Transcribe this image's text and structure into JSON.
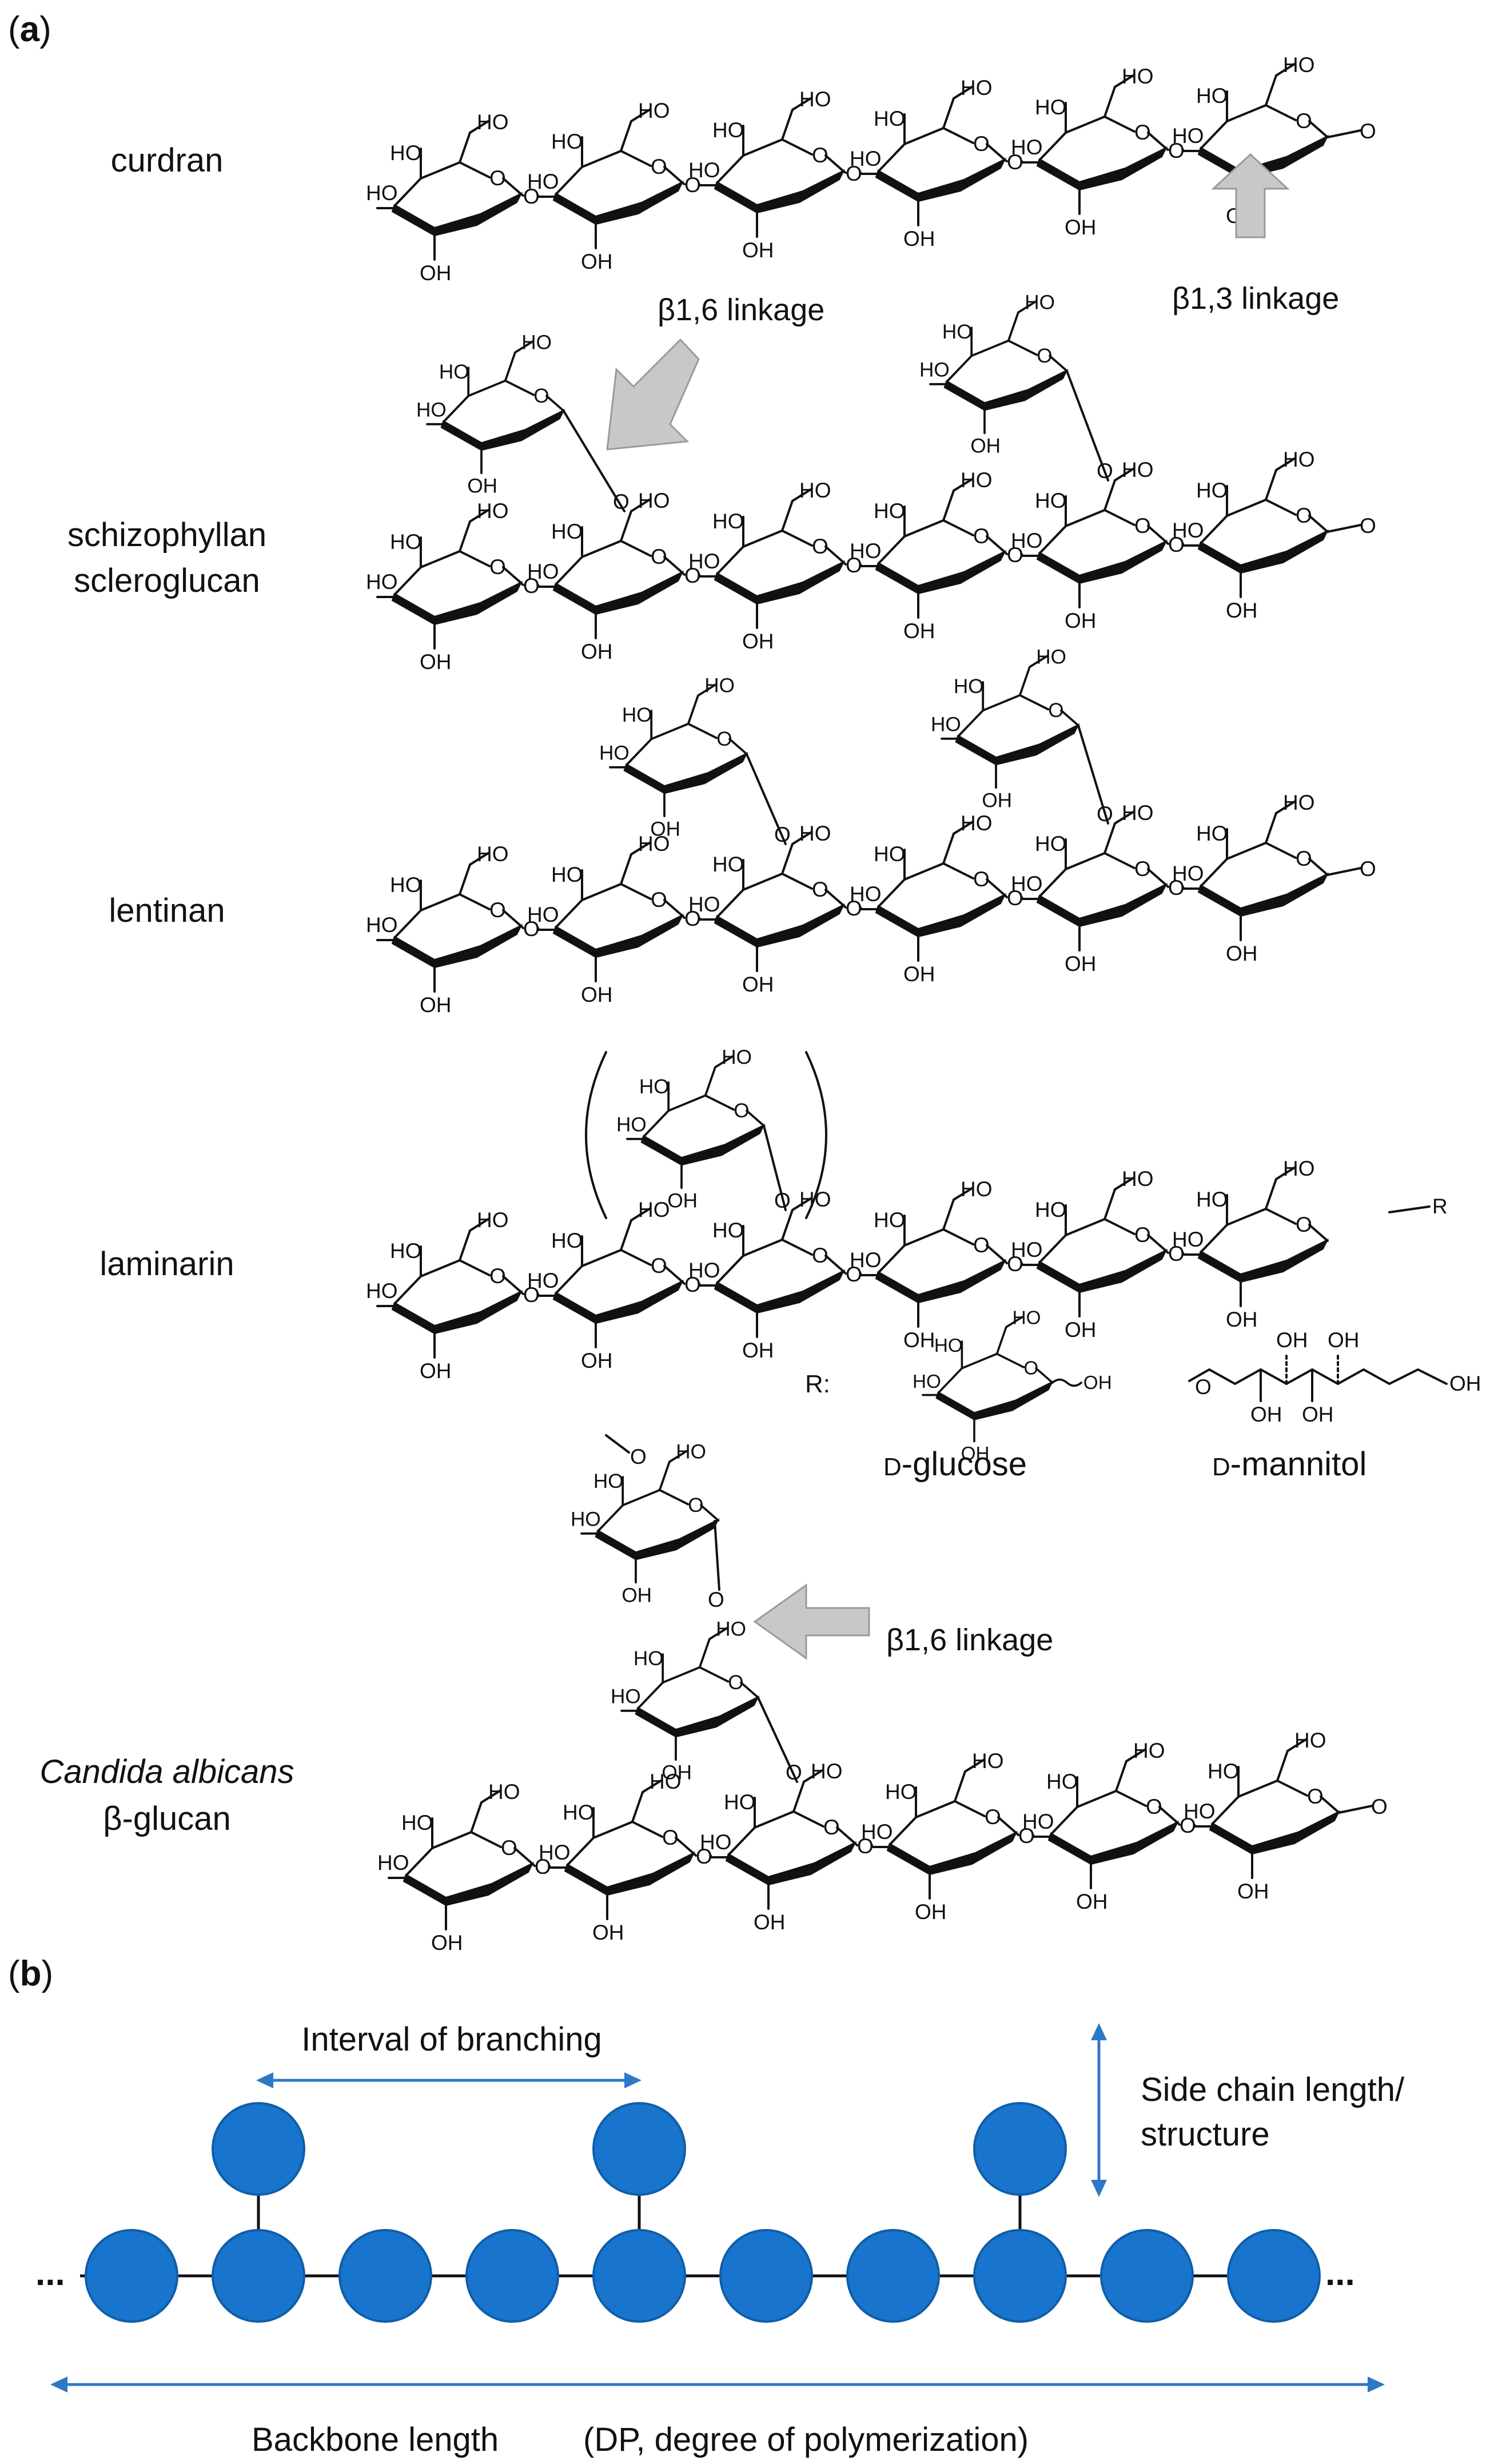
{
  "panel_a": {
    "label_open": "(",
    "label_letter": "a",
    "label_close": ")",
    "rows": [
      {
        "name": "curdran"
      },
      {
        "name_line1": "schizophyllan",
        "name_line2": "scleroglucan"
      },
      {
        "name": "lentinan"
      },
      {
        "name": "laminarin"
      },
      {
        "name_line1": "Candida albicans",
        "name_line2": "β-glucan"
      }
    ],
    "annotations": {
      "beta13": "β1,3 linkage",
      "beta16_top": "β1,6 linkage",
      "beta16_bottom": "β1,6 linkage"
    },
    "laminarin_end_group": {
      "r_symbol": "R",
      "r_prefix": "R:",
      "glucose_prefix": "D",
      "glucose": "-glucose",
      "mannitol_prefix": "D",
      "mannitol": "-mannitol"
    },
    "atoms": {
      "ho": "HO",
      "oh": "OH",
      "o": "O"
    }
  },
  "panel_b": {
    "label_open": "(",
    "label_letter": "b",
    "label_close": ")",
    "interval_of_branching": "Interval of branching",
    "side_chain_line1": "Side chain length/",
    "side_chain_line2": "structure",
    "backbone_length": "Backbone length",
    "dp_note": "(DP, degree of polymerization)",
    "ellipsis_left": "...",
    "ellipsis_right": "...",
    "backbone_units": 10,
    "branch_positions": [
      2,
      5,
      8
    ]
  },
  "colors": {
    "bead_fill": "#1874cd",
    "bead_stroke": "#0f5ea8",
    "dimension_arrow": "#2f78c8",
    "linkage_arrow": "#c8c8c8"
  }
}
